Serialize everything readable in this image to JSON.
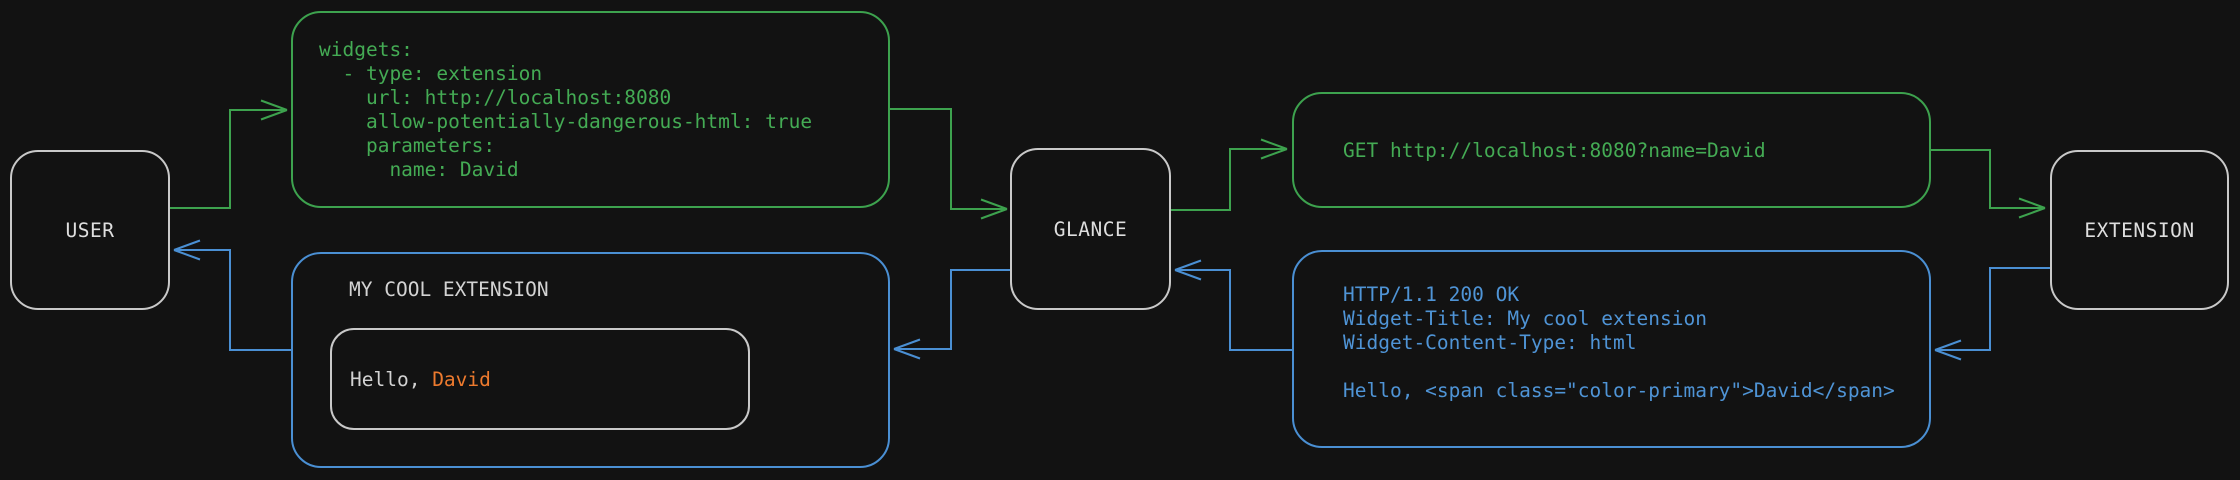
{
  "diagram": {
    "background": "#121212",
    "colors": {
      "green": "#3da24e",
      "blue": "#4a8fd3",
      "gray_border": "#c9c9c9",
      "light_text": "#d3d3d3",
      "orange": "#ed7a2e"
    },
    "nodes": {
      "user": {
        "label": "USER"
      },
      "glance": {
        "label": "GLANCE"
      },
      "extension": {
        "label": "EXTENSION"
      }
    },
    "config_box": {
      "lines": [
        "widgets:",
        "  - type: extension",
        "    url: http://localhost:8080",
        "    allow-potentially-dangerous-html: true",
        "    parameters:",
        "      name: David"
      ]
    },
    "request_box": {
      "text": "GET http://localhost:8080?name=David"
    },
    "response_box": {
      "lines": [
        "HTTP/1.1 200 OK",
        "Widget-Title: My cool extension",
        "Widget-Content-Type: html",
        "",
        "Hello, <span class=\"color-primary\">David</span>"
      ]
    },
    "widget_box": {
      "title": "MY COOL EXTENSION",
      "greeting_prefix": "Hello, ",
      "greeting_name": "David"
    }
  }
}
